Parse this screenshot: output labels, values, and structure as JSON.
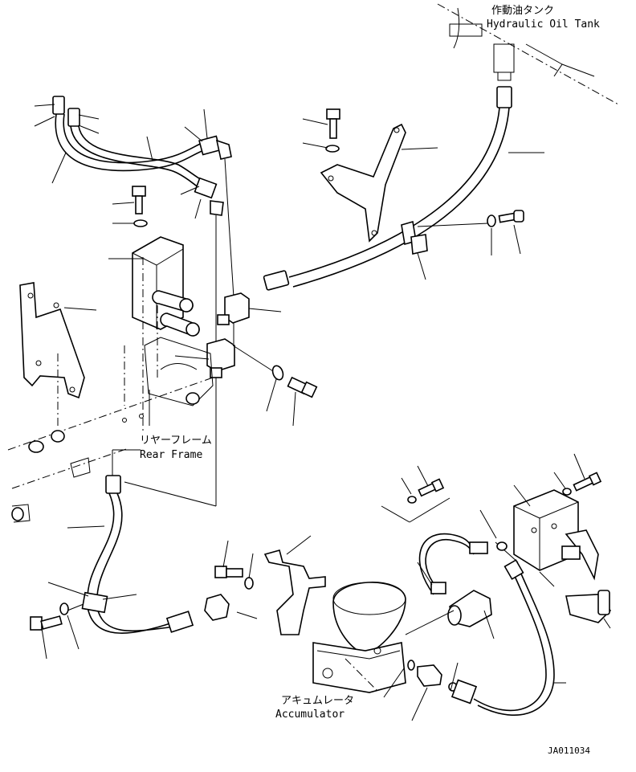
{
  "labels": {
    "hydraulic_tank_jp": "作動油タンク",
    "hydraulic_tank_en": "Hydraulic Oil Tank",
    "rear_frame_jp": "リヤーフレーム",
    "rear_frame_en": "Rear Frame",
    "accumulator_jp": "アキュムレータ",
    "accumulator_en": "Accumulator",
    "drawing_id": "JA011034"
  }
}
